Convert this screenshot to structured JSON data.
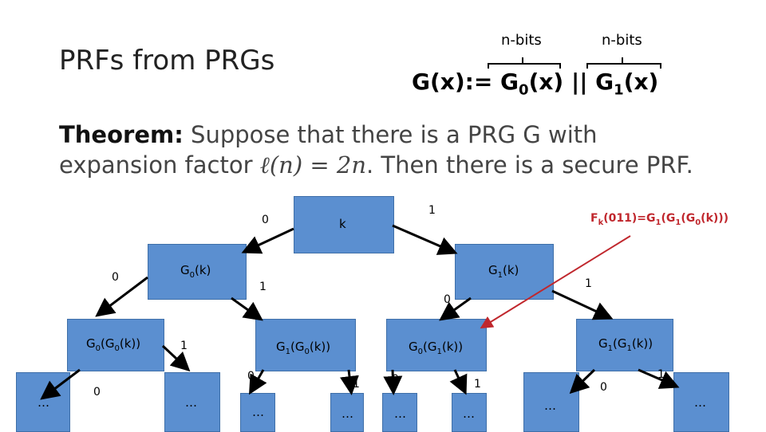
{
  "title": "PRFs from PRGs",
  "header": {
    "nbits_left": "n-bits",
    "nbits_right": "n-bits",
    "gdef_prefix": "G(x):= G",
    "gdef_sub0": "0",
    "gdef_mid": "(x) || G",
    "gdef_sub1": "1",
    "gdef_suffix": "(x)"
  },
  "theorem": {
    "label": "Theorem:",
    "line1": " Suppose that there is a PRG G with",
    "line2_prefix": "expansion factor ",
    "formula": "ℓ(n) = 2n",
    "line2_suffix": ". Then there is a secure PRF."
  },
  "tree": {
    "root": "k",
    "g0k": "G0(k)",
    "g1k": "G1(k)",
    "g0g0k": "G0(G0(k))",
    "g1g0k": "G1(G0(k))",
    "g0g1k": "G0(G1(k))",
    "g1g1k": "G1(G1(k))",
    "ellipsis": "…",
    "edge0": "0",
    "edge1": "1"
  },
  "annotation": {
    "prefix": "F",
    "sub_k": "k",
    "mid1": "(011)=G",
    "sub1a": "1",
    "mid2": "(G",
    "sub1b": "1",
    "mid3": "(G",
    "sub0": "0",
    "suffix": "(k)))"
  },
  "colors": {
    "node": "#5b8fd0",
    "annotation": "#c0272d"
  }
}
